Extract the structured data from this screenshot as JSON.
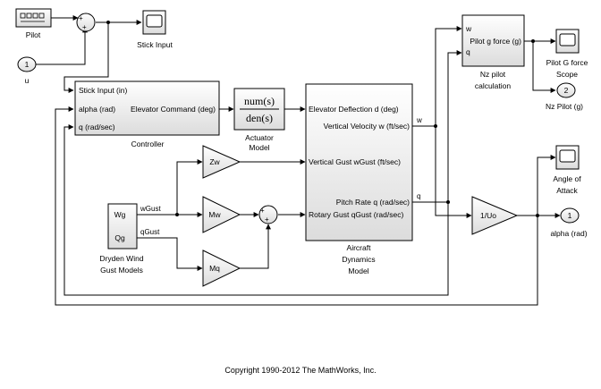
{
  "blocks": {
    "pilot": "Pilot",
    "u_port": "1",
    "u_label": "u",
    "stick_scope": "Stick Input",
    "controller": {
      "name": "Controller",
      "in1": "Stick Input (in)",
      "in2": "alpha (rad)",
      "in3": "q (rad/sec)",
      "out": "Elevator Command (deg)"
    },
    "actuator": {
      "num": "num(s)",
      "den": "den(s)",
      "name_l1": "Actuator",
      "name_l2": "Model"
    },
    "aircraft": {
      "in1": "Elevator Deflection d (deg)",
      "in2": "Vertical Gust wGust (ft/sec)",
      "in3": "Rotary Gust qGust (rad/sec)",
      "out1": "Vertical Velocity w (ft/sec)",
      "out2": "Pitch Rate q (rad/sec)",
      "name_l1": "Aircraft",
      "name_l2": "Dynamics",
      "name_l3": "Model"
    },
    "gains": {
      "zw": "Zw",
      "mw": "Mw",
      "mq": "Mq",
      "uo": "1/Uo"
    },
    "dryden": {
      "out1": "Wg",
      "out2": "Qg",
      "name_l1": "Dryden Wind",
      "name_l2": "Gust Models"
    },
    "nz": {
      "in1": "w",
      "in2": "q",
      "out": "Pilot g force (g)",
      "name_l1": "Nz pilot",
      "name_l2": "calculation"
    },
    "gforce_scope_l1": "Pilot G force",
    "gforce_scope_l2": "Scope",
    "nz_port": "2",
    "nz_port_label": "Nz Pilot (g)",
    "aoa_scope_l1": "Angle of",
    "aoa_scope_l2": "Attack",
    "alpha_port": "1",
    "alpha_port_label": "alpha (rad)"
  },
  "signals": {
    "w": "w",
    "q": "q",
    "wgust": "wGust",
    "qgust": "qGust"
  },
  "sum_signs": {
    "s1a": "+",
    "s1b": "+",
    "s2a": "+",
    "s2b": "+"
  },
  "copyright": "Copyright 1990-2012 The MathWorks, Inc."
}
